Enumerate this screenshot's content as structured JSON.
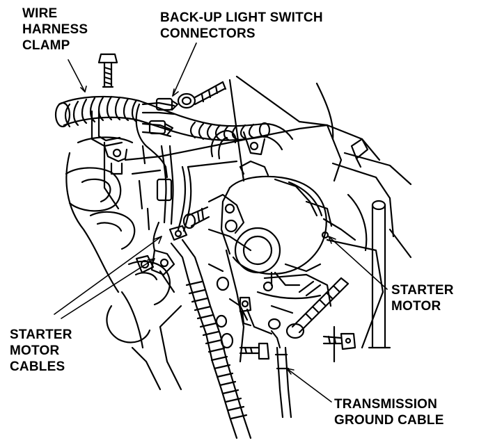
{
  "colors": {
    "ink": "#000000",
    "paper": "#ffffff"
  },
  "labels": {
    "wire_harness_clamp": [
      "WIRE",
      "HARNESS",
      "CLAMP"
    ],
    "backup_light_switch_connectors": [
      "BACK-UP LIGHT SWITCH",
      "CONNECTORS"
    ],
    "starter_motor": [
      "STARTER",
      "MOTOR"
    ],
    "starter_motor_cables": [
      "STARTER",
      "MOTOR",
      "CABLES"
    ],
    "transmission_ground_cable": [
      "TRANSMISSION",
      "GROUND CABLE"
    ]
  }
}
